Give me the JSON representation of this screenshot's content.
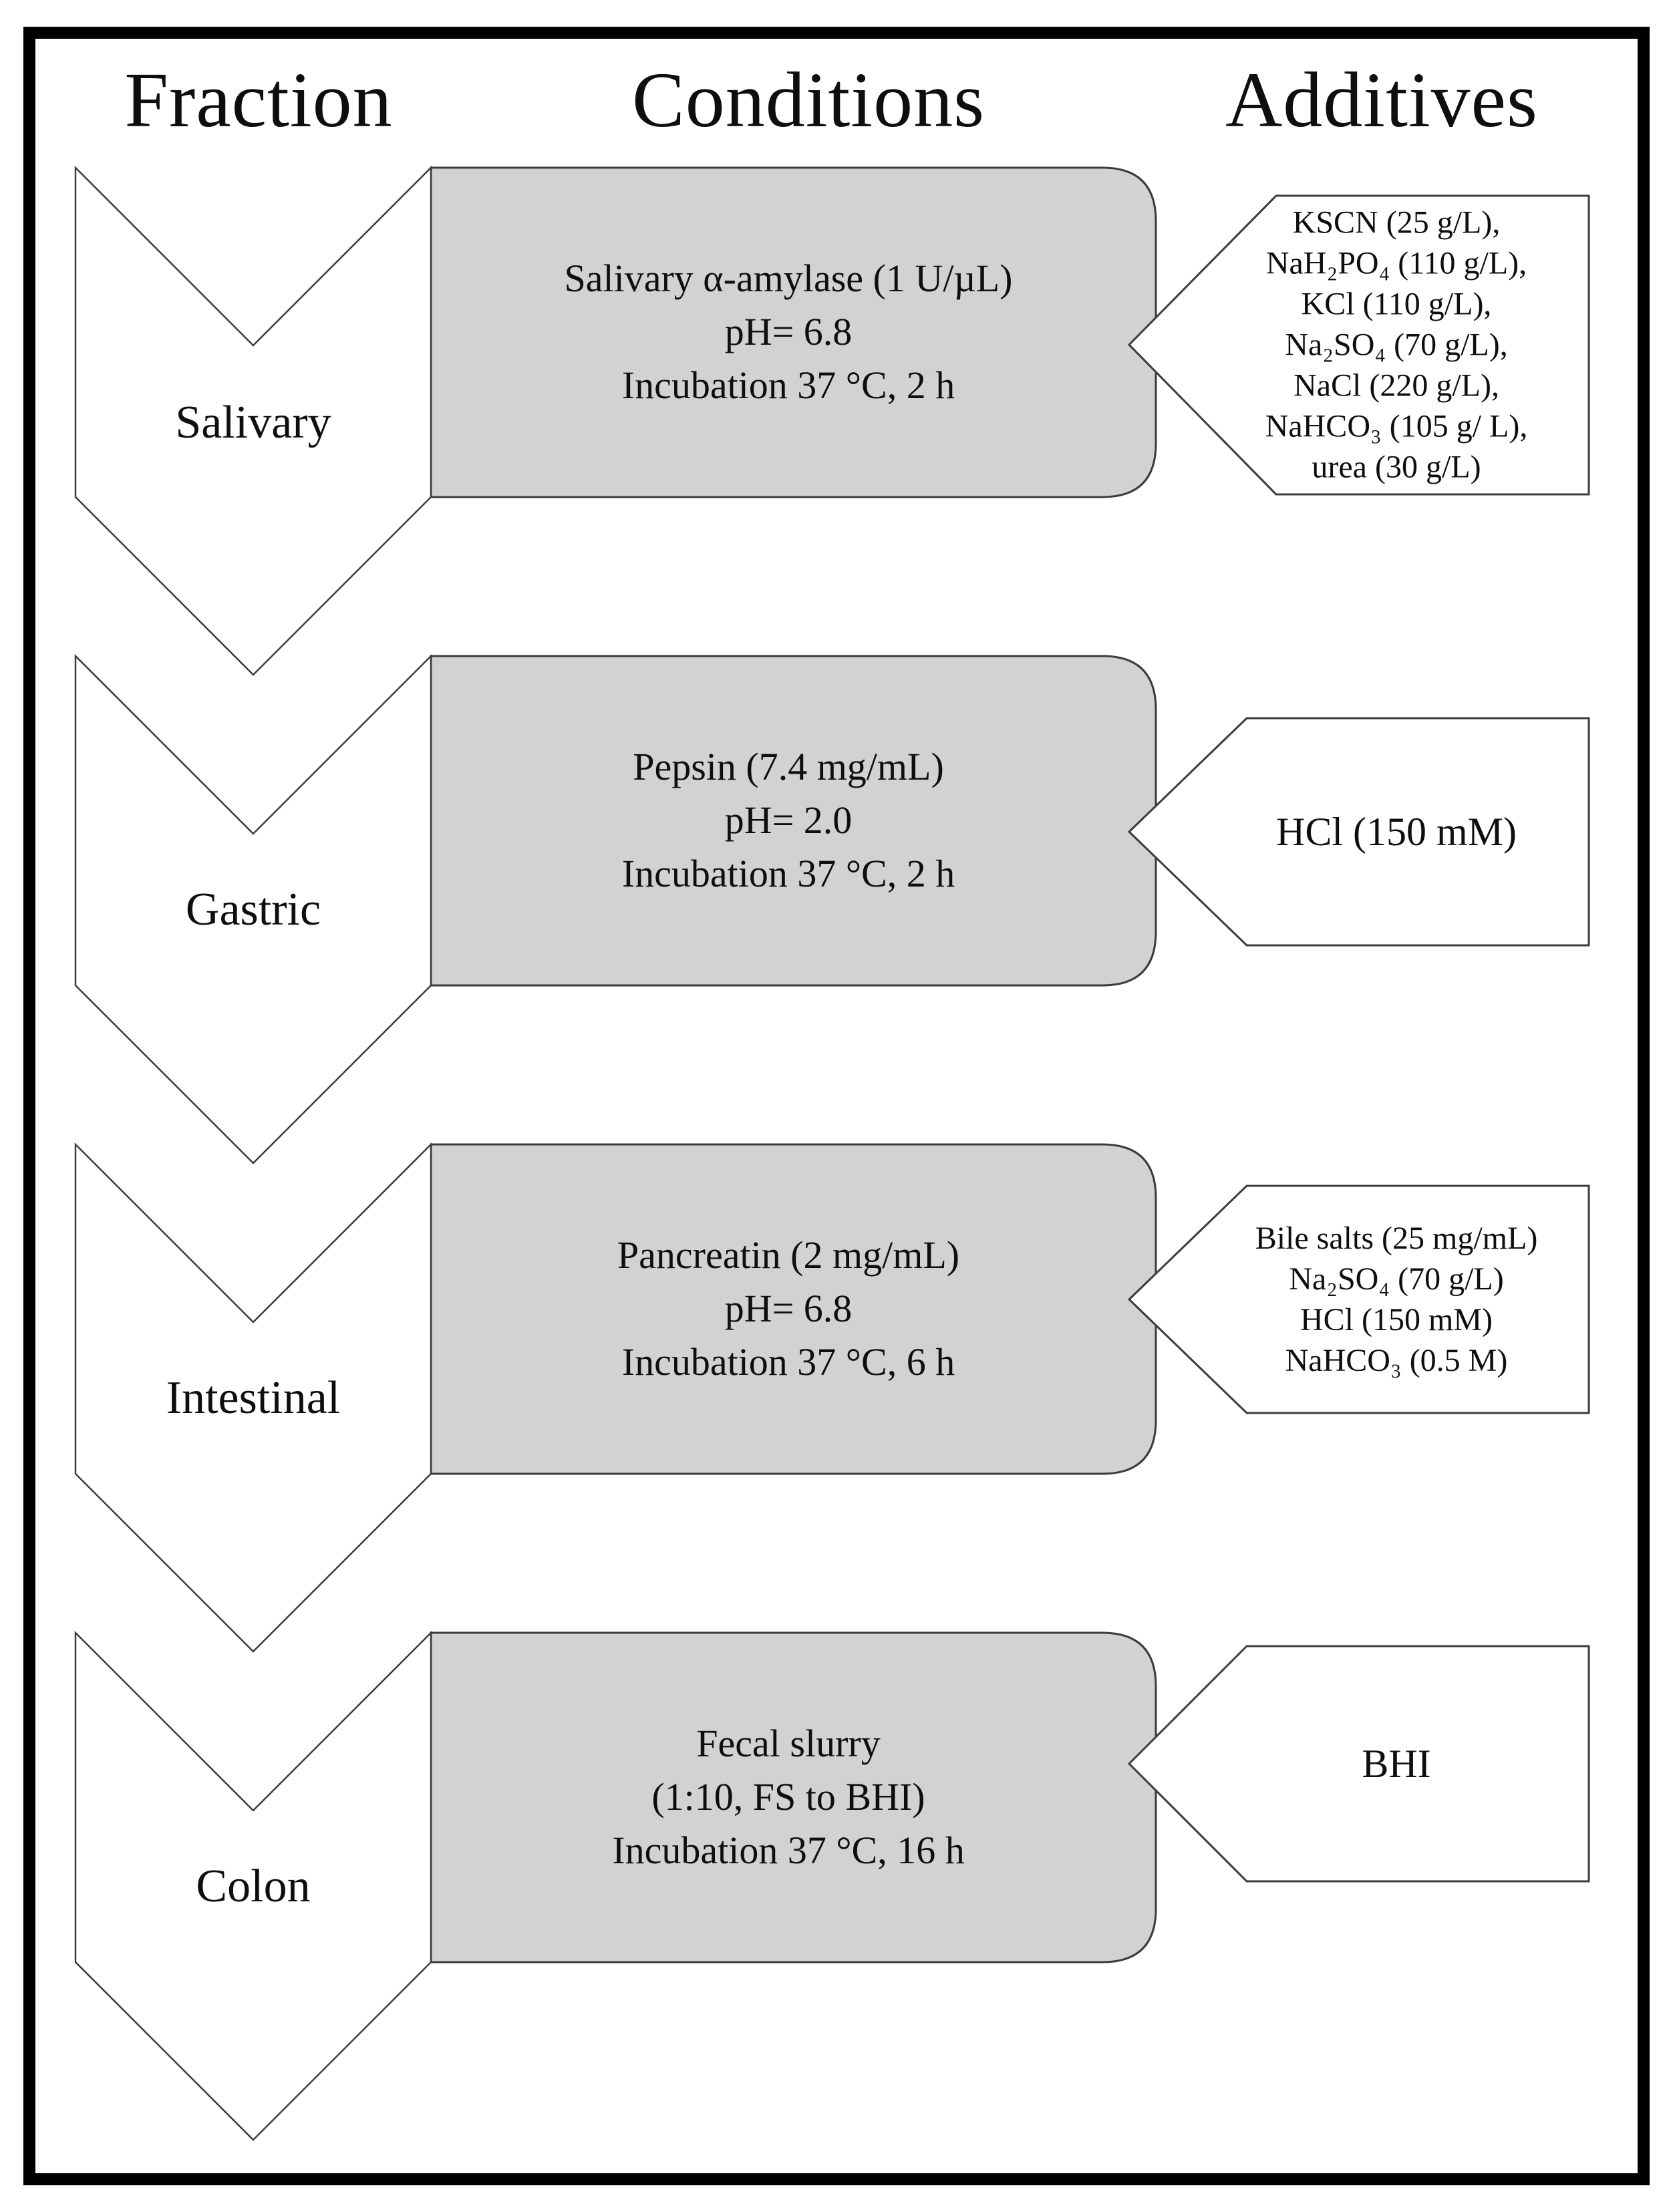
{
  "header": {
    "fraction": "Fraction",
    "conditions": "Conditions",
    "additives": "Additives"
  },
  "rows": [
    {
      "fraction": "Salivary",
      "conditions": [
        "Salivary α-amylase (1 U/µL)",
        "pH= 6.8",
        "Incubation 37 °C, 2 h"
      ],
      "additives": [
        "KSCN (25 g/L),",
        "NaH₂PO₄ (110 g/L),",
        "KCl (110 g/L),",
        "Na₂SO₄ (70 g/L),",
        "NaCl (220 g/L),",
        "NaHCO₃ (105 g/ L),",
        "urea (30 g/L)"
      ]
    },
    {
      "fraction": "Gastric",
      "conditions": [
        "Pepsin (7.4 mg/mL)",
        "pH= 2.0",
        "Incubation 37 °C, 2 h"
      ],
      "additives": [
        "HCl (150 mM)"
      ]
    },
    {
      "fraction": "Intestinal",
      "conditions": [
        "Pancreatin (2 mg/mL)",
        "pH= 6.8",
        "Incubation 37 °C, 6 h"
      ],
      "additives": [
        "Bile salts (25 mg/mL)",
        "Na₂SO₄ (70 g/L)",
        "HCl (150 mM)",
        "NaHCO₃ (0.5 M)"
      ]
    },
    {
      "fraction": "Colon",
      "conditions": [
        "Fecal slurry",
        "(1:10, FS to BHI)",
        "Incubation 37 °C, 16 h"
      ],
      "additives": [
        "BHI"
      ]
    }
  ],
  "colors": {
    "background": "#ffffff",
    "conditions_box_fill": "#d2d2d2",
    "shape_outline": "#3c3c3c",
    "frame": "#000000",
    "text": "#0e0e0e"
  }
}
